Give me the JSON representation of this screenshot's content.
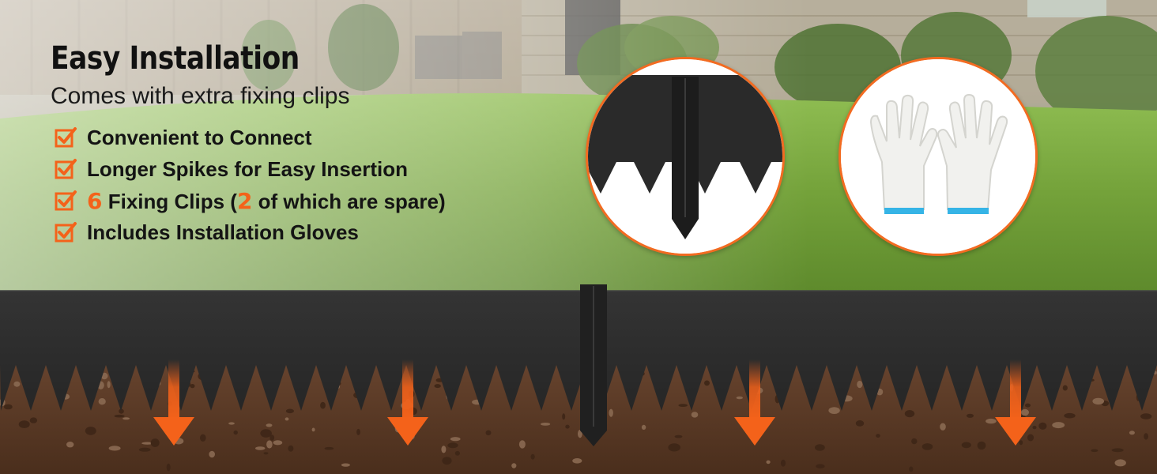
{
  "headline": {
    "title": "Easy Installation",
    "subtitle": "Comes with extra fixing clips"
  },
  "features": {
    "item1": "Convenient to Connect",
    "item2": "Longer Spikes for Easy Insertion",
    "item3_num1": "6",
    "item3_mid": " Fixing Clips (",
    "item3_num2": "2",
    "item3_end": " of which are spare)",
    "item4": "Includes Installation Gloves"
  },
  "icons": {
    "feature_check": "checkbox-check-icon",
    "down_arrow": "arrow-down-icon"
  },
  "colors": {
    "accent_orange": "#f4621a",
    "edging_black": "#2b2b2b",
    "soil_brown": "#5a3a24",
    "lawn_green": "#7aa63c",
    "glove_cuff_blue": "#36b4e6"
  }
}
